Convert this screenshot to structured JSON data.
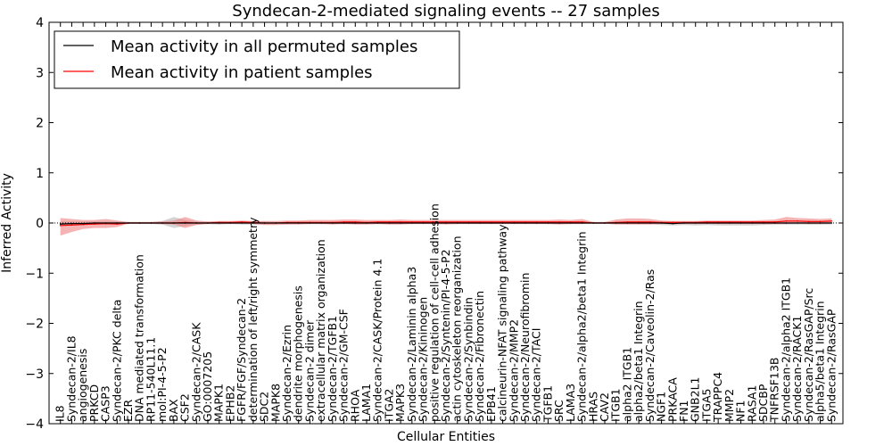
{
  "chart_data": {
    "type": "line",
    "title": "Syndecan-2-mediated signaling events -- 27 samples",
    "xlabel": "Cellular Entities",
    "ylabel": "Inferred Activity",
    "ylim": [
      -4,
      4
    ],
    "yticks": [
      -4,
      -3,
      -2,
      -1,
      0,
      1,
      2,
      3,
      4
    ],
    "grid": false,
    "legend_position": "top-left",
    "categories": [
      "IL8",
      "Syndecan-2/IL8",
      "angiogenesis",
      "PRKCD",
      "CASP3",
      "Syndecan-2/PKC delta",
      "EZR",
      "DNA mediated transformation",
      "RP11-540L11.1",
      "mol:PI-4-5-P2",
      "BAX",
      "CSF2",
      "Syndecan-2/CASK",
      "GO:0007205",
      "MAPK1",
      "EPHB2",
      "FGFR/FGF/Syndecan-2",
      "determination of left/right symmetry",
      "SDC2",
      "MAPK8",
      "Syndecan-2/Ezrin",
      "dendrite morphogenesis",
      "Syndecan-2 dimer",
      "extracellular matrix organization",
      "Syndecan-2/TGFB1",
      "Syndecan-2/GM-CSF",
      "RHOA",
      "LAMA1",
      "Syndecan-2/CASK/Protein 4.1",
      "ITGA2",
      "MAPK3",
      "Syndecan-2/Laminin alpha3",
      "Syndecan-2/Kininogen",
      "positive regulation of cell-cell adhesion",
      "Syndecan-2/Syntenin/PI-4-5-P2",
      "actin cytoskeleton reorganization",
      "Syndecan-2/Synbindin",
      "Syndecan-2/Fibronectin",
      "EPB41",
      "calcineurin-NFAT signaling pathway",
      "Syndecan-2/MMP2",
      "Syndecan-2/Neurofibromin",
      "Syndecan-2/TACI",
      "TGFB1",
      "SRC",
      "LAMA3",
      "Syndecan-2/alpha2/beta1 Integrin",
      "HRAS",
      "CAV2",
      "ITGB1",
      "alpha2 ITGB1",
      "alpha2/beta1 Integrin",
      "Syndecan-2/Caveolin-2/Ras",
      "NGF1",
      "PRKACA",
      "FN1",
      "GNB2L1",
      "ITGA5",
      "TRAPPC4",
      "MMP2",
      "NF1",
      "RASA1",
      "SDCBP",
      "TNFRSF13B",
      "Syndecan-2/alpha2 ITGB1",
      "Syndecan-2/RACK1",
      "Syndecan-2/RasGAP/Src",
      "alpha5/beta1 Integrin",
      "Syndecan-2/RasGAP"
    ],
    "series": [
      {
        "name": "Mean activity in all permuted samples",
        "color": "#000000",
        "band_color": "#aaaaaa",
        "values": [
          -0.02,
          -0.01,
          -0.01,
          0.0,
          0.0,
          0.0,
          0.0,
          0.0,
          0.0,
          0.0,
          0.0,
          0.0,
          0.0,
          0.0,
          0.0,
          0.0,
          0.0,
          0.0,
          0.0,
          0.0,
          0.0,
          0.0,
          0.0,
          0.0,
          0.0,
          0.0,
          0.0,
          0.0,
          0.0,
          0.0,
          0.0,
          0.0,
          0.0,
          0.0,
          0.0,
          0.0,
          0.0,
          0.0,
          0.0,
          0.0,
          0.0,
          0.0,
          0.0,
          0.0,
          0.0,
          0.0,
          0.0,
          0.0,
          0.0,
          0.0,
          0.0,
          0.0,
          0.0,
          0.0,
          -0.01,
          0.0,
          0.0,
          0.0,
          0.0,
          0.0,
          0.0,
          0.0,
          0.0,
          0.0,
          0.0,
          0.0,
          0.0,
          0.0,
          0.0
        ],
        "lower": [
          -0.06,
          -0.05,
          -0.04,
          -0.03,
          -0.03,
          -0.03,
          -0.02,
          -0.02,
          -0.02,
          -0.03,
          -0.1,
          -0.06,
          -0.03,
          -0.02,
          -0.03,
          -0.02,
          -0.03,
          -0.03,
          -0.03,
          -0.02,
          -0.02,
          -0.02,
          -0.02,
          -0.02,
          -0.02,
          -0.02,
          -0.02,
          -0.02,
          -0.02,
          -0.02,
          -0.02,
          -0.02,
          -0.02,
          -0.02,
          -0.02,
          -0.02,
          -0.02,
          -0.02,
          -0.02,
          -0.02,
          -0.02,
          -0.02,
          -0.02,
          -0.02,
          -0.02,
          -0.02,
          -0.02,
          -0.02,
          -0.02,
          -0.02,
          -0.02,
          -0.02,
          -0.02,
          -0.04,
          -0.05,
          -0.04,
          -0.05,
          -0.04,
          -0.05,
          -0.05,
          -0.05,
          -0.05,
          -0.04,
          -0.03,
          -0.03,
          -0.03,
          -0.03,
          -0.03,
          -0.03
        ],
        "upper": [
          0.03,
          0.03,
          0.03,
          0.03,
          0.03,
          0.03,
          0.02,
          0.02,
          0.02,
          0.04,
          0.12,
          0.06,
          0.03,
          0.02,
          0.03,
          0.02,
          0.03,
          0.03,
          0.03,
          0.02,
          0.02,
          0.02,
          0.02,
          0.02,
          0.02,
          0.02,
          0.02,
          0.02,
          0.02,
          0.02,
          0.02,
          0.02,
          0.02,
          0.02,
          0.02,
          0.02,
          0.02,
          0.02,
          0.02,
          0.02,
          0.02,
          0.02,
          0.02,
          0.02,
          0.02,
          0.02,
          0.02,
          0.02,
          0.02,
          0.02,
          0.02,
          0.02,
          0.02,
          0.03,
          0.03,
          0.03,
          0.03,
          0.03,
          0.03,
          0.03,
          0.03,
          0.03,
          0.03,
          0.03,
          0.03,
          0.03,
          0.03,
          0.03,
          0.03
        ]
      },
      {
        "name": "Mean activity in patient samples",
        "color": "#ff0000",
        "band_color": "#f08080",
        "values": [
          -0.05,
          -0.04,
          -0.03,
          -0.02,
          -0.01,
          -0.02,
          0.0,
          0.0,
          0.0,
          0.0,
          0.0,
          0.01,
          0.0,
          0.0,
          0.01,
          0.01,
          0.02,
          0.01,
          0.0,
          0.0,
          0.01,
          0.01,
          0.01,
          0.01,
          0.01,
          0.02,
          0.02,
          0.01,
          0.02,
          0.02,
          0.02,
          0.02,
          0.02,
          0.02,
          0.02,
          0.02,
          0.02,
          0.02,
          0.02,
          0.02,
          0.02,
          0.02,
          0.02,
          0.02,
          0.02,
          0.02,
          0.02,
          0.0,
          0.0,
          0.01,
          0.02,
          0.02,
          0.02,
          0.01,
          0.01,
          0.01,
          0.01,
          0.02,
          0.02,
          0.02,
          0.02,
          0.02,
          0.02,
          0.02,
          0.04,
          0.04,
          0.03,
          0.03,
          0.04
        ],
        "lower": [
          -0.25,
          -0.18,
          -0.12,
          -0.1,
          -0.1,
          -0.08,
          -0.01,
          -0.01,
          -0.01,
          -0.02,
          -0.03,
          -0.1,
          -0.04,
          -0.02,
          -0.02,
          -0.02,
          -0.01,
          -0.02,
          -0.04,
          -0.04,
          -0.03,
          -0.03,
          -0.02,
          -0.02,
          -0.03,
          -0.02,
          -0.03,
          -0.03,
          -0.02,
          -0.03,
          -0.03,
          -0.02,
          -0.02,
          -0.02,
          -0.03,
          -0.02,
          -0.02,
          -0.02,
          -0.02,
          -0.02,
          -0.02,
          -0.02,
          -0.02,
          -0.02,
          -0.03,
          -0.02,
          -0.02,
          -0.01,
          -0.01,
          -0.03,
          -0.03,
          -0.03,
          -0.03,
          -0.02,
          -0.02,
          -0.02,
          -0.02,
          -0.02,
          -0.02,
          -0.02,
          -0.02,
          -0.02,
          -0.02,
          -0.02,
          -0.02,
          -0.01,
          -0.02,
          -0.02,
          -0.01
        ],
        "upper": [
          0.1,
          0.08,
          0.06,
          0.06,
          0.08,
          0.05,
          0.02,
          0.02,
          0.02,
          0.03,
          0.05,
          0.12,
          0.05,
          0.03,
          0.04,
          0.04,
          0.05,
          0.04,
          0.04,
          0.04,
          0.05,
          0.05,
          0.06,
          0.06,
          0.06,
          0.07,
          0.07,
          0.06,
          0.06,
          0.06,
          0.07,
          0.06,
          0.06,
          0.06,
          0.06,
          0.06,
          0.06,
          0.06,
          0.06,
          0.06,
          0.06,
          0.06,
          0.06,
          0.06,
          0.07,
          0.06,
          0.08,
          0.02,
          0.02,
          0.07,
          0.09,
          0.09,
          0.08,
          0.05,
          0.04,
          0.04,
          0.04,
          0.05,
          0.05,
          0.05,
          0.05,
          0.05,
          0.06,
          0.07,
          0.12,
          0.1,
          0.09,
          0.08,
          0.09
        ]
      }
    ]
  }
}
